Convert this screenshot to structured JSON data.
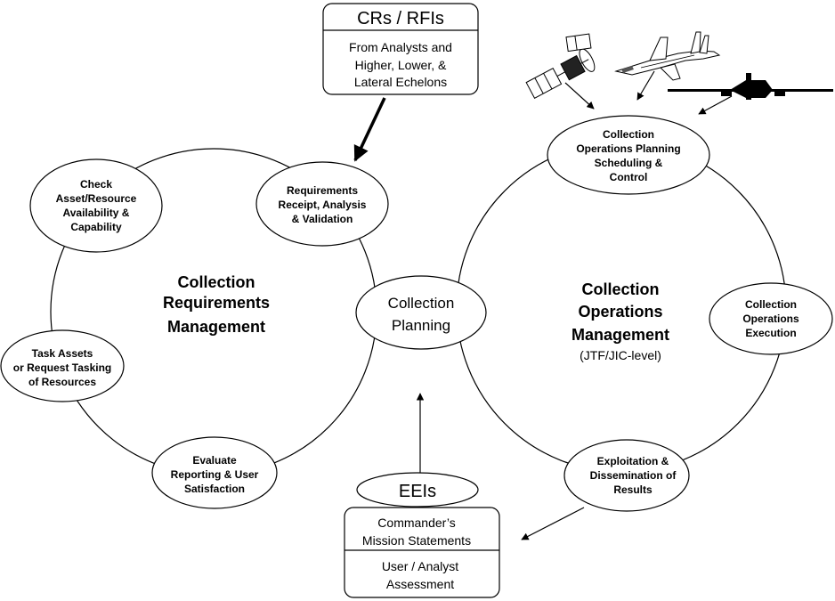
{
  "crs_box": {
    "title": "CRs / RFIs",
    "lines": [
      "From Analysts and",
      "Higher, Lower, &",
      "Lateral Echelons"
    ]
  },
  "left_cycle": {
    "title_lines": [
      "Collection",
      "Requirements",
      "Management"
    ],
    "nodes": {
      "check": [
        "Check",
        "Asset/Resource",
        "Availability &",
        "Capability"
      ],
      "requirements": [
        "Requirements",
        "Receipt, Analysis",
        "& Validation"
      ],
      "task": [
        "Task Assets",
        "or Request Tasking",
        "of Resources"
      ],
      "evaluate": [
        "Evaluate",
        "Reporting & User",
        "Satisfaction"
      ]
    }
  },
  "center": {
    "lines": [
      "Collection",
      "Planning"
    ]
  },
  "right_cycle": {
    "title_lines": [
      "Collection",
      "Operations",
      "Management"
    ],
    "subtitle": "(JTF/JIC-level)",
    "nodes": {
      "planning": [
        "Collection",
        "Operations Planning",
        "Scheduling &",
        "Control"
      ],
      "execution": [
        "Collection",
        "Operations",
        "Execution"
      ],
      "exploitation": [
        "Exploitation &",
        "Dissemination of",
        "Results"
      ]
    }
  },
  "eeis": {
    "label": "EEIs"
  },
  "bottom_box": {
    "top_lines": [
      "Commander’s",
      "Mission Statements"
    ],
    "bottom_lines": [
      "User / Analyst",
      "Assessment"
    ]
  },
  "icons": [
    "satellite-icon",
    "fighter-jet-icon",
    "aircraft-icon"
  ]
}
